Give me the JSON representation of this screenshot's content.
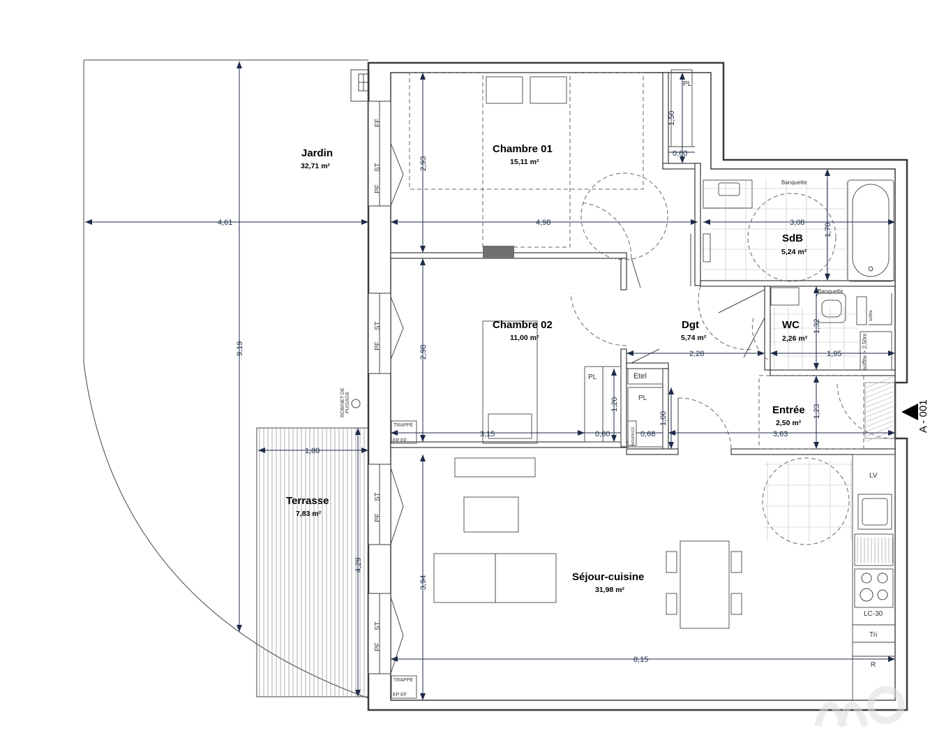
{
  "rooms": {
    "jardin": {
      "name": "Jardin",
      "area": "32,71 m²"
    },
    "chambre01": {
      "name": "Chambre 01",
      "area": "15,11 m²"
    },
    "chambre02": {
      "name": "Chambre 02",
      "area": "11,00 m²"
    },
    "dgt": {
      "name": "Dgt",
      "area": "5,74 m²"
    },
    "sdb": {
      "name": "SdB",
      "area": "5,24 m²"
    },
    "wc": {
      "name": "WC",
      "area": "2,26 m²"
    },
    "entree": {
      "name": "Entrée",
      "area": "2,50 m²"
    },
    "terrasse": {
      "name": "Terrasse",
      "area": "7,83 m²"
    },
    "sejour": {
      "name": "Séjour-cuisine",
      "area": "31,98 m²"
    }
  },
  "dimensions": {
    "jardin_width": "4,61",
    "jardin_height": "9,19",
    "ch1_height": "2,93",
    "ch1_width": "4,98",
    "pl_height": "1,50",
    "pl_width": "0,60",
    "sdb_width": "3,08",
    "sdb_height": "1,70",
    "ch2_height": "2,98",
    "dgt_width": "2,28",
    "wc_height": "1,32",
    "wc_width": "1,95",
    "pl2_height": "1,20",
    "pl3_height": "1,00",
    "entree_height": "1,23",
    "ch2_width": "3,15",
    "pl2_width": "0,60",
    "pl3_width": "0,68",
    "entree_width": "3,63",
    "terrasse_width": "1,80",
    "terrasse_height": "4,29",
    "sejour_height": "3,94",
    "sejour_width": "8,15"
  },
  "labels": {
    "ff": "FF",
    "st": "ST",
    "pf": "PF",
    "pl": "PL",
    "banquette": "Banquette",
    "etel": "Etel",
    "lv": "LV",
    "lc30": "LC-30",
    "tri": "Tri",
    "r": "R",
    "trappe": "TRAPPE",
    "epef": "EP EF",
    "robinet_1": "ROBINET DE",
    "robinet_2": "PUISAGE",
    "soffite": "soffite > 2,50m",
    "soffite_short": "soffite",
    "section": "A - 001",
    "nourrice": "NOURRICE"
  },
  "icons": {
    "section_marker": "section-arrow-icon",
    "watermark": "logo-watermark-icon"
  },
  "colors": {
    "wall": "#3a3a3a",
    "dimension": "#1e2a4a",
    "beam": "#707070"
  }
}
